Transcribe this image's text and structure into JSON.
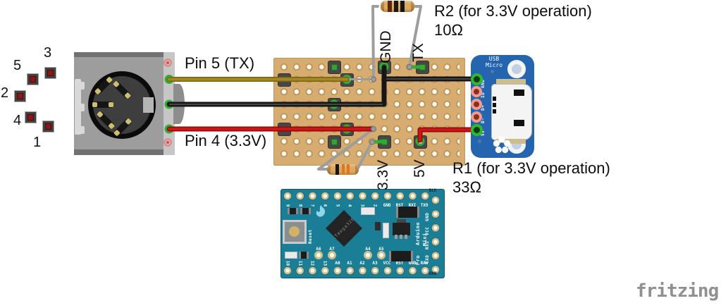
{
  "annotations": {
    "pin5": "Pin 5 (TX)",
    "pin4": "Pin 4 (3.3V)",
    "gnd": "GND",
    "tx": "TX",
    "v33": "3.3V",
    "v5": "5V",
    "r2_title": "R2 (for 3.3V operation)",
    "r2_value": "10Ω",
    "r1_title": "R1 (for 3.3V operation)",
    "r1_value": "33Ω"
  },
  "din_pinout": {
    "pins": [
      "3",
      "5",
      "2",
      "4",
      "1"
    ]
  },
  "usb_breakout": {
    "title_line1": "USB",
    "title_line2": "Micro",
    "pin_labels": [
      "GND",
      "ID",
      "D+",
      "D-",
      "5V"
    ]
  },
  "arduino": {
    "top_pins": [
      "9",
      "8",
      "7",
      "6",
      "5",
      "4",
      "3",
      "2",
      "GND",
      "RST",
      "RXI",
      "TXO"
    ],
    "bottom_pins": [
      "10",
      "11",
      "12",
      "13",
      "A0",
      "A1",
      "A2",
      "A3",
      "VCC",
      "RST",
      "GND",
      "RAW"
    ],
    "right_pins": [
      "GND",
      "VCC",
      "RXI",
      "TXO"
    ],
    "corner_top": "BLK",
    "corner_bottom": "GRN",
    "analog_labels": [
      "A6",
      "A7",
      "A4",
      "A5"
    ],
    "chip_label": "ATmega328",
    "reset_label": "Reset",
    "brand": [
      "Arduino",
      "Mini",
      "Pro"
    ]
  },
  "watermark": "fritzing",
  "colors": {
    "wire_yellow": "#a5881e",
    "wire_yellow_dark": "#77621a",
    "wire_black": "#161616",
    "wire_black_hi": "#454545",
    "wire_red": "#d41515",
    "wire_red_dark": "#8f0d0d",
    "lead_gray": "#9d9d9d",
    "green_connect": "#2fae2f",
    "board_tan": "#d6ac70",
    "pad_dark": "#474747",
    "adafruit_blue": "#2565b0",
    "arduino_teal": "#1a7e96",
    "din_gray": "#9d9d9d",
    "resistor_tan": "#dcab63",
    "label_black": "#0d0d0d",
    "watermark_gray": "#909090"
  }
}
